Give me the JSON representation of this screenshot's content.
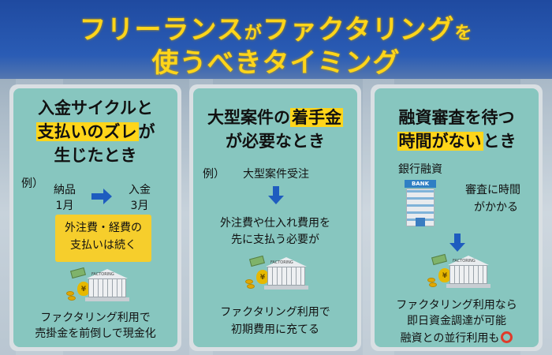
{
  "header": {
    "title_line1_a": "フリーランス",
    "title_line1_b": "が",
    "title_line1_c": "ファクタリング",
    "title_line1_d": "を",
    "title_line2": "使うべきタイミング"
  },
  "cards": [
    {
      "title_line1": "入金サイクルと",
      "title_line2_hl": "支払いのズレ",
      "title_line2_rest": "が",
      "title_line3": "生じたとき",
      "example_label": "例）",
      "left_label": "納品",
      "left_month": "1月",
      "right_label": "入金",
      "right_month": "3月",
      "box_line1": "外注費・経費の",
      "box_line2": "支払いは続く",
      "footer_line1": "ファクタリング利用で",
      "footer_line2": "売掛金を前倒しで現金化"
    },
    {
      "title_line1_a": "大型案件の",
      "title_line1_hl": "着手金",
      "title_line2": "が必要なとき",
      "example_label": "例）",
      "example_text": "大型案件受注",
      "mid_line1": "外注費や仕入れ費用を",
      "mid_line2": "先に支払う必要が",
      "footer_line1": "ファクタリング利用で",
      "footer_line2": "初期費用に充てる"
    },
    {
      "title_line1": "融資審査を待つ",
      "title_line2_hl": "時間がない",
      "title_line2_rest": "とき",
      "bank_label": "銀行融資",
      "bank_sign": "BANK",
      "side_line1": "審査に時間",
      "side_line2": "がかかる",
      "footer_line1": "ファクタリング利用なら",
      "footer_line2": "即日資金調達が可能",
      "footer_line3": "融資との並行利用も"
    }
  ],
  "factoring_sign": "FACTORING",
  "yen_symbol": "¥",
  "colors": {
    "title_yellow": "#ffd51a",
    "header_blue": "#2a5cb5",
    "card_teal": "#87c6bf",
    "highlight_yellow": "#ffd51a",
    "arrow_blue": "#1e5cbf"
  }
}
